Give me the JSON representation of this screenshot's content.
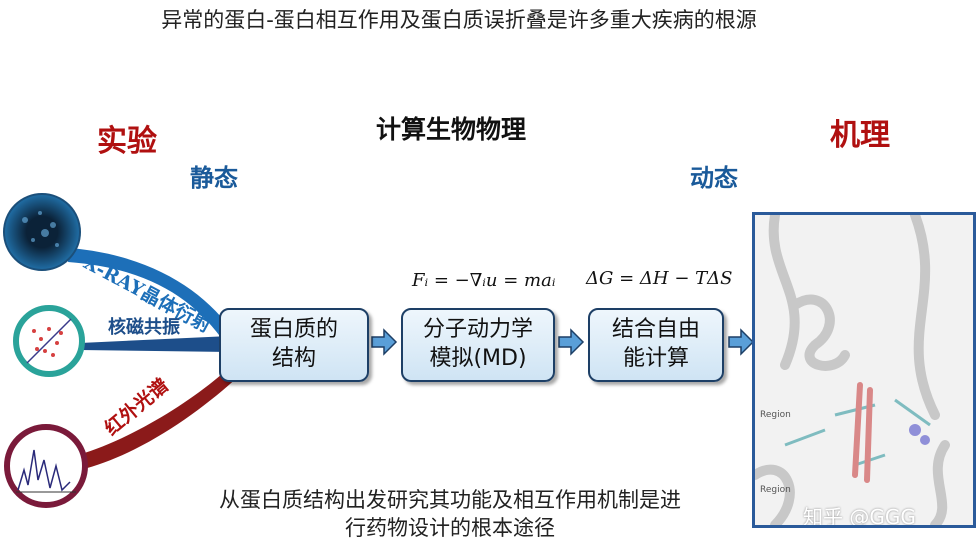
{
  "title": "异常的蛋白-蛋白相互作用及蛋白质误折叠是许多重大疾病的根源",
  "headers": {
    "experiment": "实验",
    "compute": "计算生物物理",
    "mechanism": "机理",
    "static": "静态",
    "dynamic": "动态"
  },
  "methods": {
    "xray": "X-RAY晶体衍射",
    "nmr": "核磁共振",
    "ir": "红外光谱"
  },
  "boxes": {
    "structure": "蛋白质的\n结构",
    "md": "分子动力学\n模拟(MD)",
    "energy": "结合自由\n能计算"
  },
  "formulas": {
    "newton": "Fᵢ = −∇ᵢu = maᵢ",
    "gibbs": "ΔG = ΔH − TΔS"
  },
  "molecule": {
    "region_labels": [
      "Region",
      "Region"
    ],
    "watermark": "知乎 @GGG"
  },
  "bottom_text": "从蛋白质结构出发研究其功能及相互作用机制是进\n行药物设计的根本途径",
  "colors": {
    "box_border": "#1d3f66",
    "red_header": "#b01010",
    "blue_header": "#1a5a9a",
    "xray_ribbon": "#1d6fb8",
    "nmr_ribbon": "#1d4e8a",
    "ir_ribbon": "#8b1a1a"
  }
}
